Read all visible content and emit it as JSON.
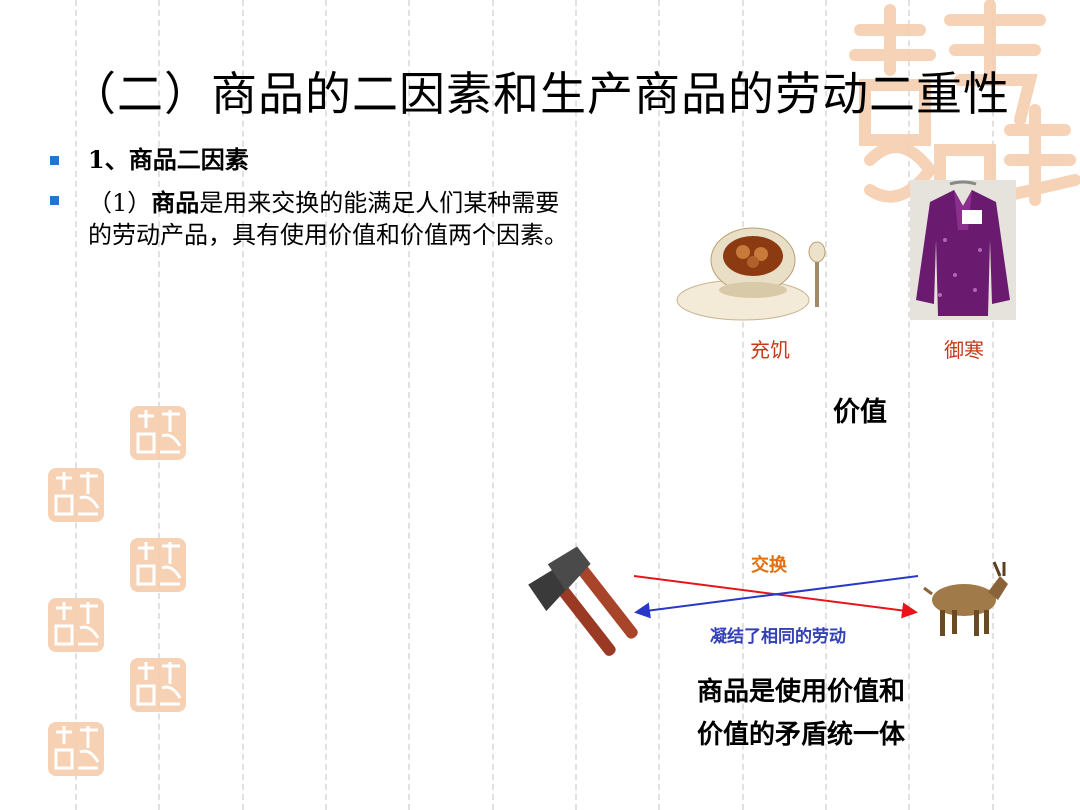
{
  "title": "（二）商品的二因素和生产商品的劳动二重性",
  "bullets": [
    {
      "text": "1、商品二因素"
    },
    {
      "prefix": "（1）",
      "bold": "商品",
      "rest_line1": "是用来交换的能满足人们某种需要",
      "line2": "的劳动产品，具有使用价值和价值两个因素。"
    }
  ],
  "images": {
    "food_label": "充饥",
    "clothes_label": "御寒",
    "caption_value": "价值"
  },
  "exchange": {
    "top_label": "交换",
    "bottom_label": "凝结了相同的劳动",
    "caption_line1": "商品是使用价值和",
    "caption_line2": "价值的矛盾统一体"
  },
  "colors": {
    "bullet": "#1e76d6",
    "seal": "#f6cfb0",
    "label_red": "#c43b1a",
    "arrow_red": "#e8141a",
    "arrow_blue": "#2a38c8",
    "exchange_text": "#e07010",
    "labor_text": "#3340b8"
  },
  "icons": [
    "seal-icon",
    "food-bowl-icon",
    "purple-blouse-icon",
    "axes-icon",
    "goat-icon"
  ]
}
